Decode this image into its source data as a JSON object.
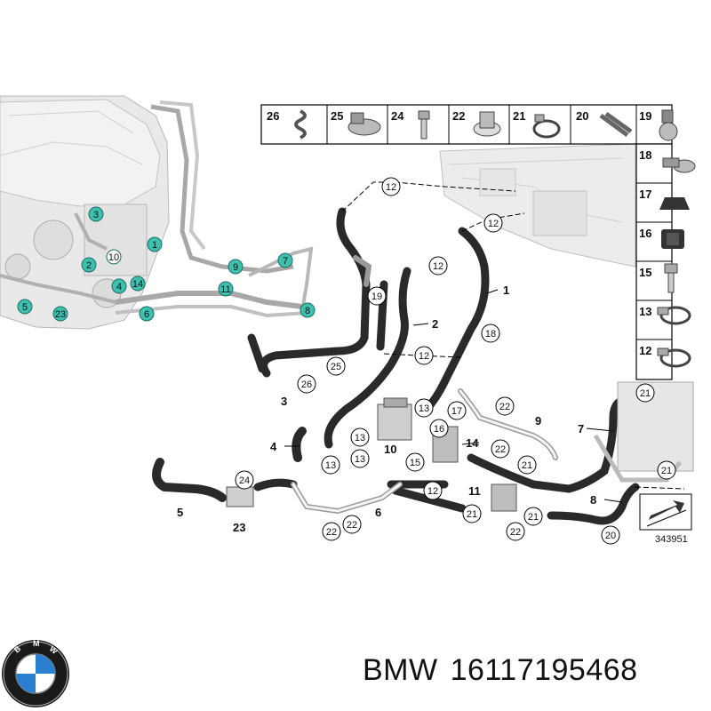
{
  "diagram": {
    "engine_callouts": [
      "3",
      "10",
      "1",
      "2",
      "4",
      "14",
      "9",
      "7",
      "11",
      "5",
      "23",
      "6",
      "8"
    ],
    "table_items": [
      "26",
      "25",
      "24",
      "22",
      "21",
      "20",
      "19",
      "18",
      "17",
      "16",
      "15",
      "13",
      "12"
    ],
    "main_callouts_circled": [
      "12",
      "12",
      "12",
      "19",
      "12",
      "13",
      "25",
      "26",
      "13",
      "13",
      "13",
      "17",
      "16",
      "22",
      "15",
      "22",
      "21",
      "24",
      "21",
      "21",
      "21",
      "22",
      "22",
      "21",
      "22",
      "12",
      "20",
      "18"
    ],
    "main_callouts_plain": [
      "1",
      "2",
      "3",
      "4",
      "5",
      "6",
      "7",
      "8",
      "9",
      "10",
      "11",
      "14",
      "23"
    ],
    "part_number_box": "343951"
  },
  "caption": {
    "brand": "BMW",
    "part_number": "16117195468"
  },
  "colors": {
    "hose": "#2a2a2a",
    "teal_badge": "#3fbfae",
    "line": "#000000"
  }
}
